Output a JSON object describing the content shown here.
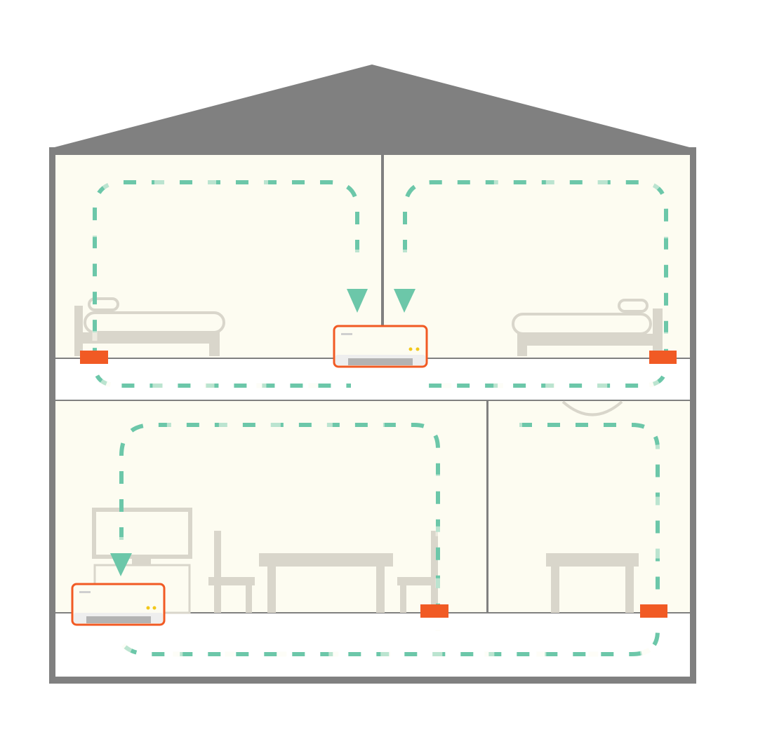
{
  "colors": {
    "background": "#ffffff",
    "house_frame": "#808080",
    "roof": "#808080",
    "room_fill": "#fdfcf1",
    "crawl_space_fill": "#ffffff",
    "furniture": "#d9d6cb",
    "airflow_dark": "#6cc7a9",
    "airflow_light": "#b7e4d5",
    "vent": "#f15a24",
    "unit_outline": "#f15a24",
    "unit_body": "#fdfcf1",
    "unit_grille": "#b3b3b3",
    "unit_indicator": "#f2c81a"
  },
  "icons": {
    "hvac_unit": "hvac-unit-icon",
    "floor_vent": "floor-vent-icon",
    "airflow_arrow": "down-arrow-icon",
    "bed": "bed-icon",
    "tv": "tv-icon",
    "chair": "chair-icon",
    "table": "table-icon",
    "ceiling_light": "ceiling-light-icon"
  },
  "rooms": [
    {
      "id": "bedroom-left",
      "contents": [
        "bed",
        "floor-vent"
      ]
    },
    {
      "id": "bedroom-right",
      "contents": [
        "bed",
        "floor-vent"
      ]
    },
    {
      "id": "living-room",
      "contents": [
        "tv",
        "chair",
        "table",
        "chair",
        "floor-vent",
        "hvac-unit"
      ]
    },
    {
      "id": "dining-room",
      "contents": [
        "table",
        "ceiling-light",
        "floor-vent"
      ]
    }
  ],
  "units": [
    {
      "id": "upper-floor-unit",
      "indicator_lights": 2
    },
    {
      "id": "ground-floor-unit",
      "indicator_lights": 2
    }
  ]
}
